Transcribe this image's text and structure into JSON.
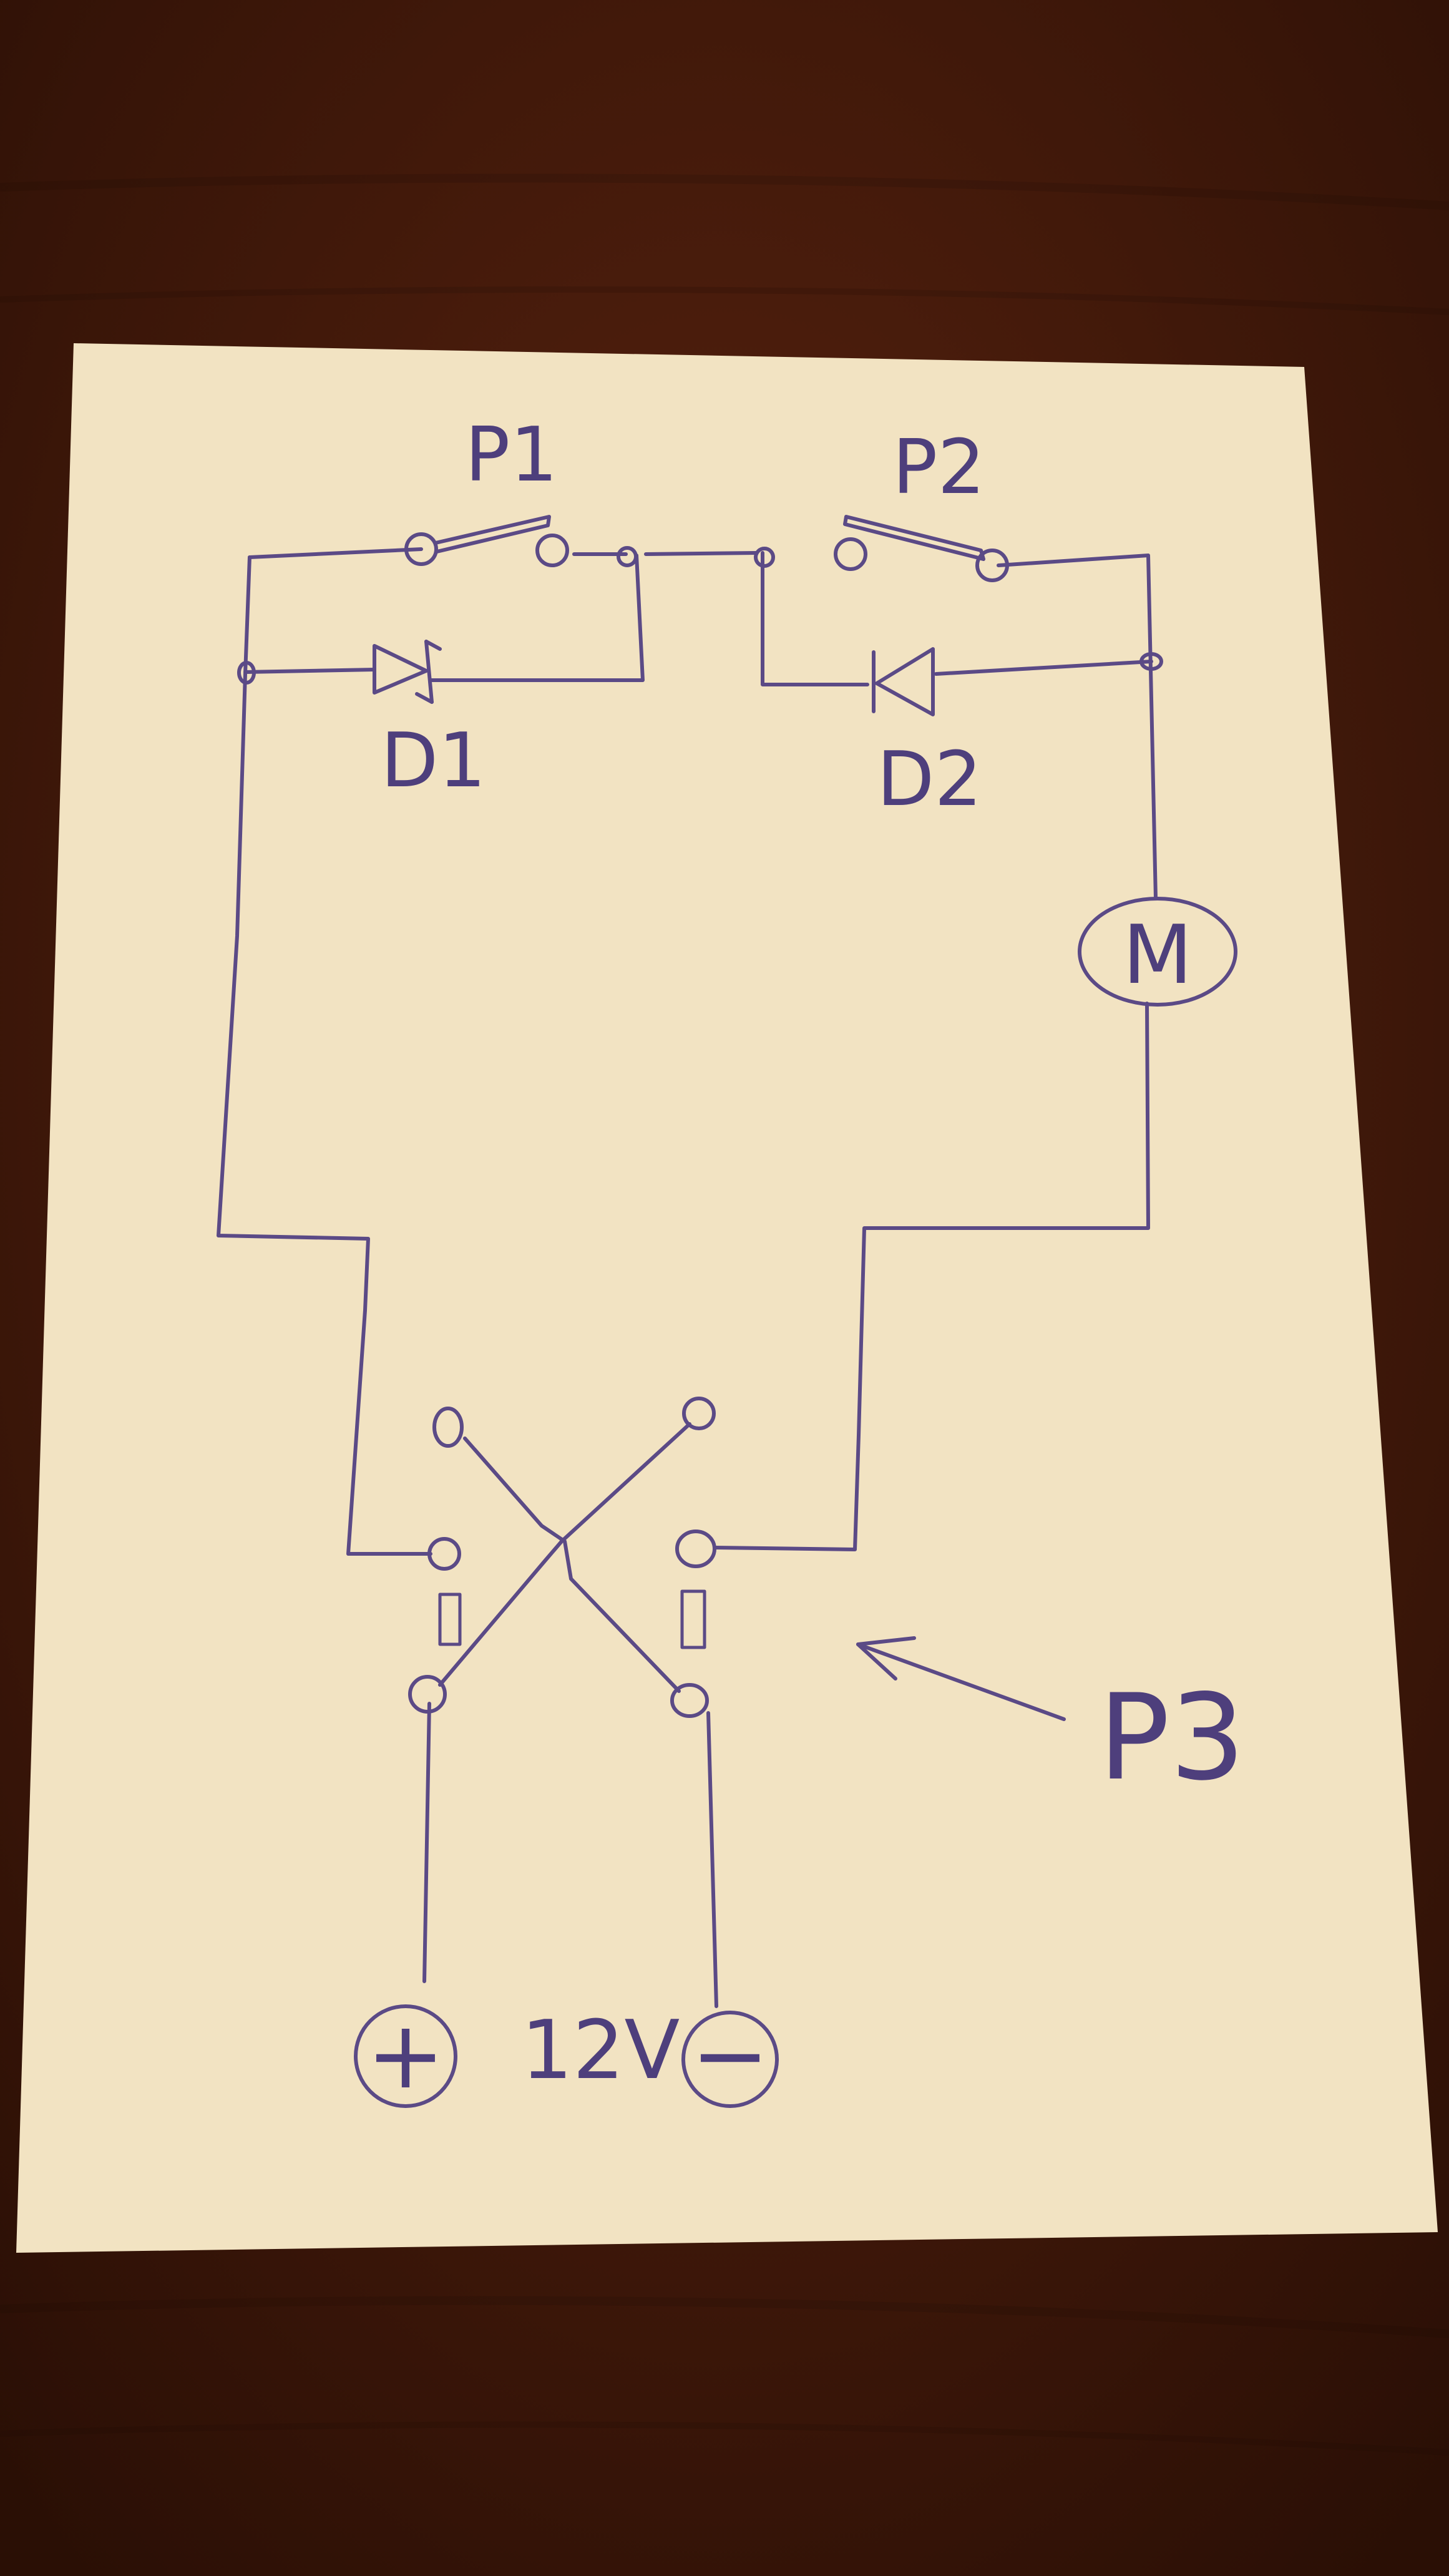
{
  "colors": {
    "table": "#3a1608",
    "paper": "#f2e3c2",
    "ink": "#5b4a86"
  },
  "labels": {
    "p1": "P1",
    "p2": "P2",
    "d1": "D1",
    "d2": "D2",
    "motor": "M",
    "p3": "P3",
    "voltage": "12V",
    "plus": "+",
    "minus": "−"
  }
}
